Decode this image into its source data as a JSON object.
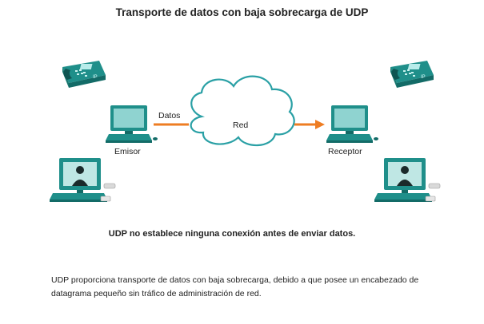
{
  "title": "Transporte de datos con baja sobrecarga de UDP",
  "labels": {
    "sender": "Emisor",
    "receiver": "Receptor",
    "data": "Datos",
    "network": "Red"
  },
  "caption": "UDP no establece ninguna conexión antes de enviar datos.",
  "description": "UDP proporciona transporte de datos con baja sobrecarga, debido a que posee un encabezado de datagrama pequeño sin tráfico de administración de red.",
  "icons": {
    "phone_left": "ip-phone-icon",
    "phone_right": "ip-phone-icon",
    "pc_left": "pc-icon",
    "pc_right": "pc-icon",
    "video_left": "video-conference-icon",
    "video_right": "video-conference-icon",
    "cloud": "cloud-icon",
    "arrow": "arrow-icon"
  },
  "colors": {
    "device_teal": "#1f8f8a",
    "device_dark": "#136b67",
    "screen": "#8fd3d0",
    "arrow_orange": "#ee7d23",
    "cloud_stroke": "#2aa0a5"
  }
}
